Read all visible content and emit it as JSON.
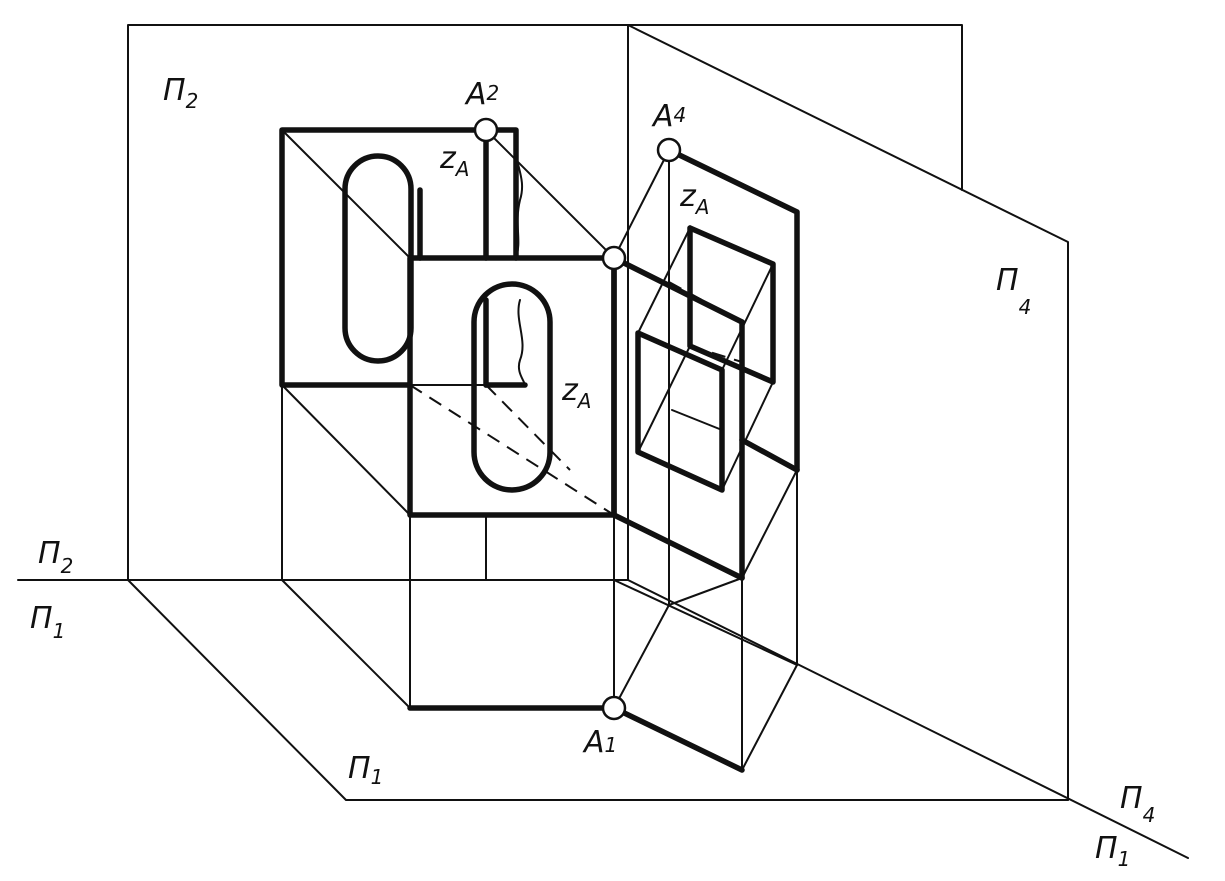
{
  "planes": {
    "p2": {
      "main": "П",
      "sub": "2"
    },
    "p4": {
      "main": "П",
      "sub": "4"
    },
    "p1": {
      "main": "П",
      "sub": "1"
    }
  },
  "axis_labels": {
    "p2_top": {
      "main": "П",
      "sub": "2"
    },
    "p1_bottom": {
      "main": "П",
      "sub": "1"
    },
    "p4_top": {
      "main": "П",
      "sub": "4"
    },
    "p1_right": {
      "main": "П",
      "sub": "1"
    }
  },
  "points": {
    "a2": {
      "main": "A",
      "sub": "2"
    },
    "a4": {
      "main": "A",
      "sub": "4"
    },
    "a1": {
      "main": "A",
      "sub": "1"
    }
  },
  "coordinates": {
    "za_1": {
      "main": "z",
      "sub": "A"
    },
    "za_2": {
      "main": "z",
      "sub": "A"
    },
    "za_3": {
      "main": "z",
      "sub": "A"
    }
  }
}
